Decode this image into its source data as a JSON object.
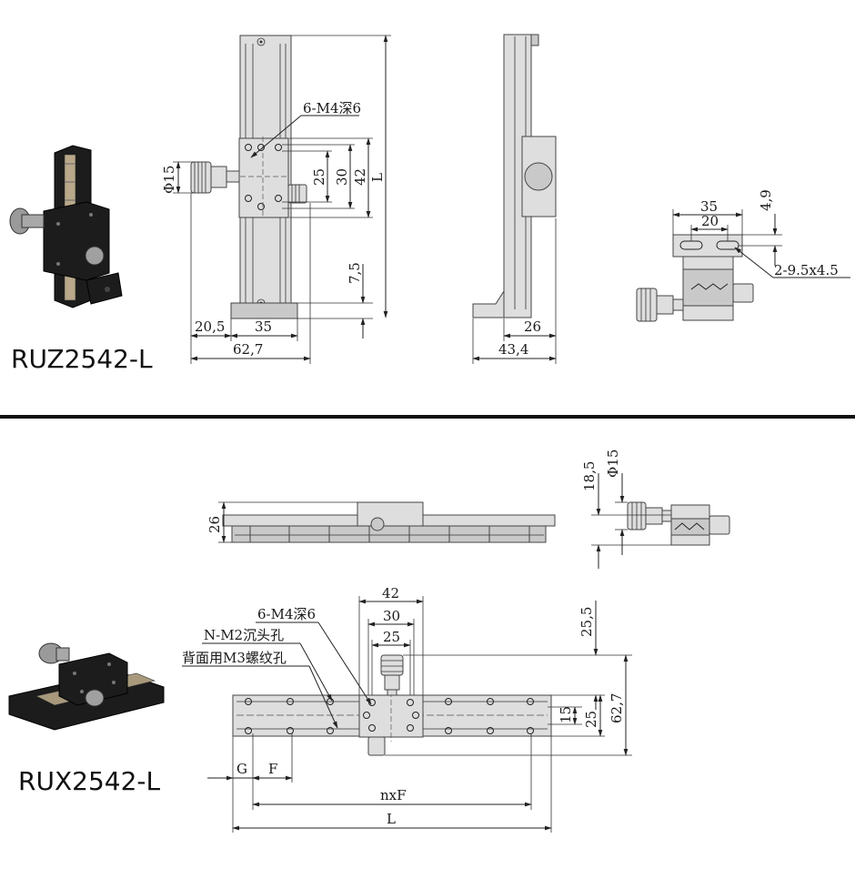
{
  "top": {
    "model_name": "RUZ2542-L",
    "front": {
      "hole_note": "6-M4深6",
      "phi": "Φ15",
      "dim_25": "25",
      "dim_30": "30",
      "dim_42": "42",
      "dim_L": "L",
      "dim_7_5": "7,5",
      "dim_20_5": "20,5",
      "dim_35": "35",
      "dim_62_7": "62,7"
    },
    "side": {
      "dim_26": "26",
      "dim_43_4": "43,4"
    },
    "bracket": {
      "dim_35": "35",
      "dim_20": "20",
      "dim_4_9": "4,9",
      "slot_note": "2-9.5x4.5"
    }
  },
  "bottom": {
    "model_name": "RUX2542-L",
    "front": {
      "dim_26": "26"
    },
    "side": {
      "dim_18_5": "18,5",
      "phi": "Φ15"
    },
    "plan": {
      "hole_note": "6-M4深6",
      "cbore_note": "N-M2沉头孔",
      "rear_note": "背面用M3螺纹孔",
      "dim_42": "42",
      "dim_30": "30",
      "dim_25": "25",
      "dim_25_5": "25,5",
      "dim_15": "15",
      "dim_25_v": "25",
      "dim_62_7": "62,7",
      "dim_G": "G",
      "dim_F": "F",
      "dim_nxF": "nxF",
      "dim_L": "L"
    }
  }
}
